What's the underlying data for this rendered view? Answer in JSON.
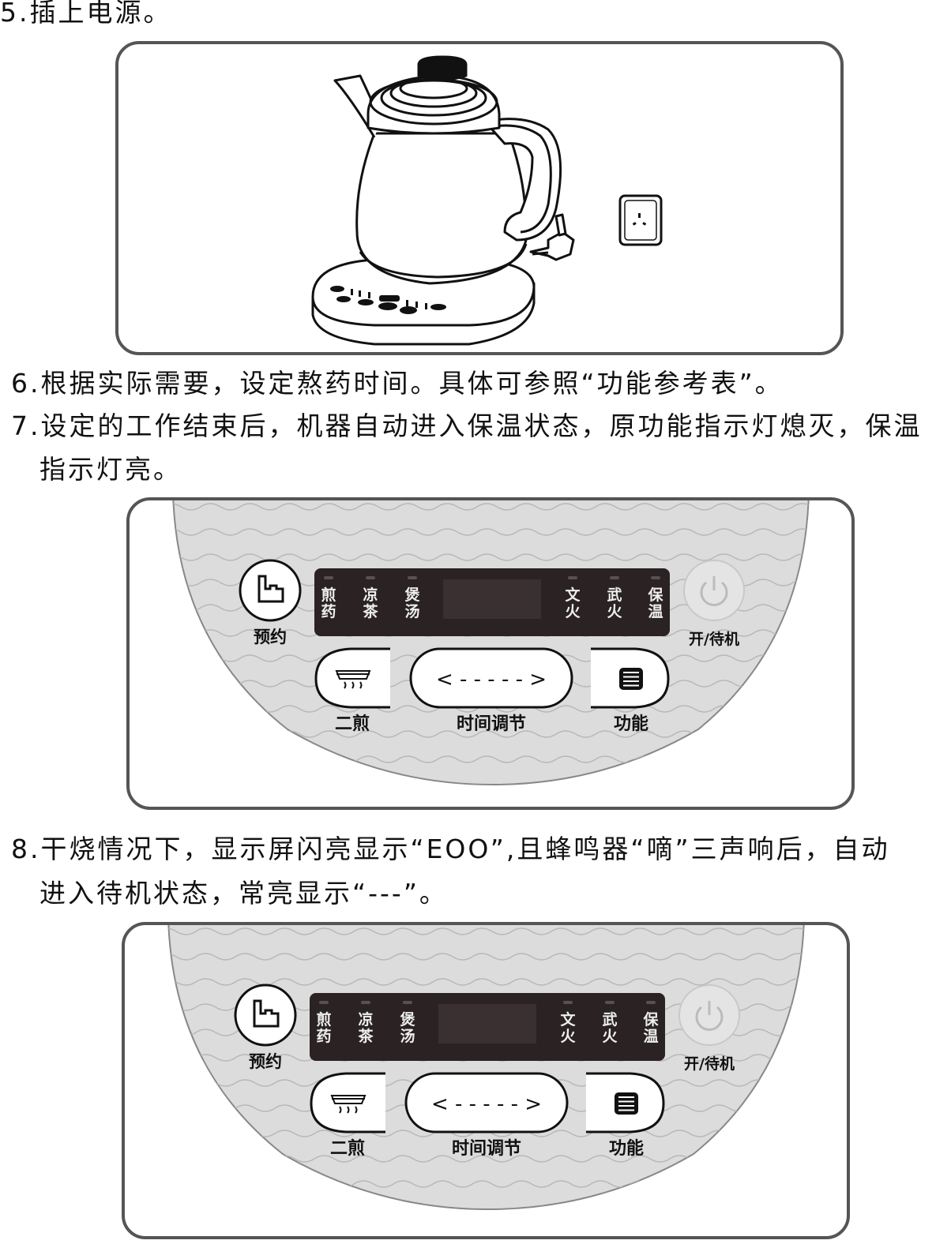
{
  "steps": {
    "step5": "5.插上电源。",
    "step6": "6.根据实际需要，设定熬药时间。具体可参照“功能参考表”。",
    "step7_line1": "7.设定的工作结束后，机器自动进入保温状态，原功能指示灯熄灭，保温",
    "step7_line2": "指示灯亮。",
    "step8_line1": "8.干烧情况下，显示屏闪亮显示“EOO”,且蜂鸣器“嘀”三声响后，自动",
    "step8_line2": "进入待机状态，常亮显示“---”。"
  },
  "panel": {
    "left_labels": [
      {
        "top": "煎",
        "bottom": "药"
      },
      {
        "top": "凉",
        "bottom": "茶"
      },
      {
        "top": "煲",
        "bottom": "汤"
      }
    ],
    "right_labels": [
      {
        "top": "文",
        "bottom": "火"
      },
      {
        "top": "武",
        "bottom": "火"
      },
      {
        "top": "保",
        "bottom": "温"
      }
    ],
    "btn_reserve": "预约",
    "btn_power": "开/待机",
    "btn_second_decoct": "二煎",
    "btn_time_adjust": "时间调节",
    "btn_function": "功能",
    "time_display": "< - - - - - >"
  },
  "icons": {
    "reserve": "hand-press-icon",
    "power": "power-icon",
    "second_decoct": "steaming-pot-icon",
    "function": "menu-list-icon",
    "kettle": "kettle-illustration",
    "socket": "wall-socket-icon"
  },
  "colors": {
    "panel_bg": "#dcdcdc",
    "display_bg": "#2a2223",
    "frame_border": "#555555"
  }
}
